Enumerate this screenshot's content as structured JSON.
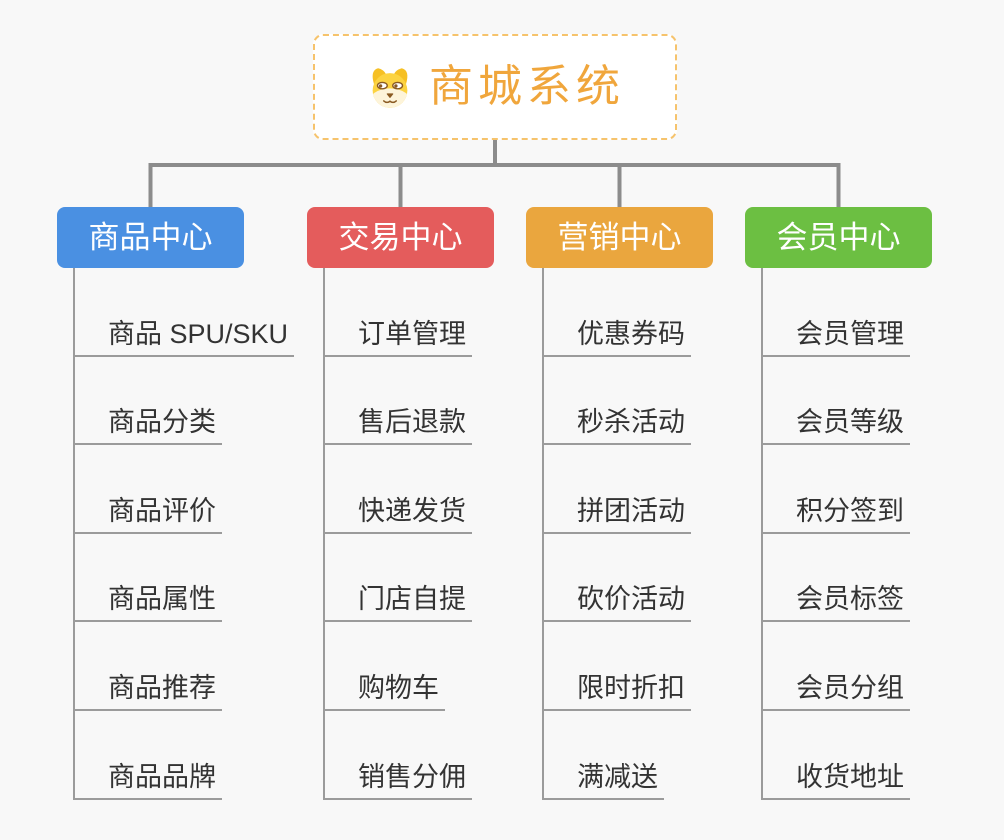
{
  "page": {
    "background_color": "#f8f8f8",
    "connector_color": "#8c8c8c",
    "underline_color": "#9b9b9b",
    "leaf_text_color": "#333333"
  },
  "root": {
    "title": "商城系统",
    "icon": "dog-face-icon",
    "text_color": "#f0a63c",
    "border_color": "#f6c36c"
  },
  "branches": [
    {
      "label": "商品中心",
      "color": "#4a90e2",
      "children": [
        "商品 SPU/SKU",
        "商品分类",
        "商品评价",
        "商品属性",
        "商品推荐",
        "商品品牌"
      ]
    },
    {
      "label": "交易中心",
      "color": "#e45c5c",
      "children": [
        "订单管理",
        "售后退款",
        "快递发货",
        "门店自提",
        "购物车",
        "销售分佣"
      ]
    },
    {
      "label": "营销中心",
      "color": "#eaa63e",
      "children": [
        "优惠券码",
        "秒杀活动",
        "拼团活动",
        "砍价活动",
        "限时折扣",
        "满减送"
      ]
    },
    {
      "label": "会员中心",
      "color": "#6cbf42",
      "children": [
        "会员管理",
        "会员等级",
        "积分签到",
        "会员标签",
        "会员分组",
        "收货地址"
      ]
    }
  ]
}
